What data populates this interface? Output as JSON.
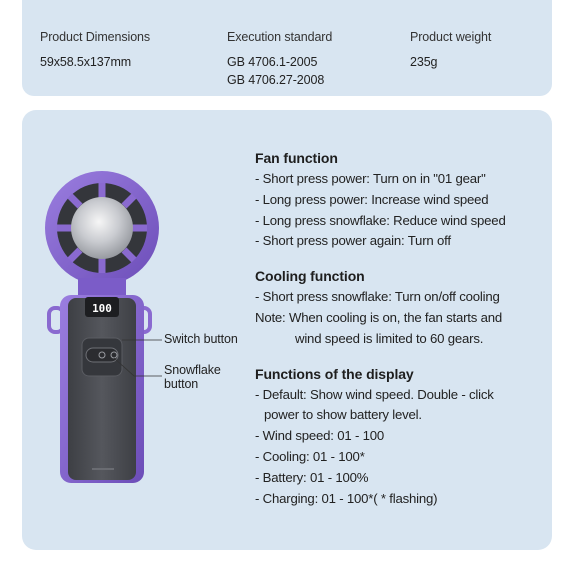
{
  "specs": [
    {
      "label": "Product Dimensions",
      "value_lines": [
        "59x58.5x137mm"
      ]
    },
    {
      "label": "Execution standard",
      "value_lines": [
        "GB 4706.1-2005",
        "GB 4706.27-2008"
      ]
    },
    {
      "label": "Product weight",
      "value_lines": [
        "235g"
      ]
    }
  ],
  "device": {
    "display_value": "100",
    "callouts": {
      "switch_button": "Switch button",
      "snowflake_button_line1": "Snowflake",
      "snowflake_button_line2": "button"
    },
    "colors": {
      "accent": "#8a6ad0",
      "body": "#4a4c52",
      "panel": "#d8e5f1"
    }
  },
  "sections": {
    "fan": {
      "title": "Fan function",
      "lines": [
        "- Short press power: Turn on in \"01 gear\"",
        "- Long press power: Increase wind speed",
        "- Long press snowflake: Reduce wind speed",
        "- Short press power again: Turn off"
      ]
    },
    "cooling": {
      "title": "Cooling function",
      "line1": "- Short press snowflake: Turn on/off cooling",
      "line2": "Note: When cooling is on, the fan starts and",
      "line3": "wind speed is limited to 60 gears."
    },
    "display": {
      "title": "Functions of the display",
      "line1": "- Default: Show wind speed. Double - click",
      "line2": "power to show battery level.",
      "line3": "- Wind speed: 01 - 100",
      "line4": "- Cooling: 01 - 100*",
      "line5": "- Battery: 01 - 100%",
      "line6": "- Charging: 01 - 100*( * flashing)"
    }
  }
}
